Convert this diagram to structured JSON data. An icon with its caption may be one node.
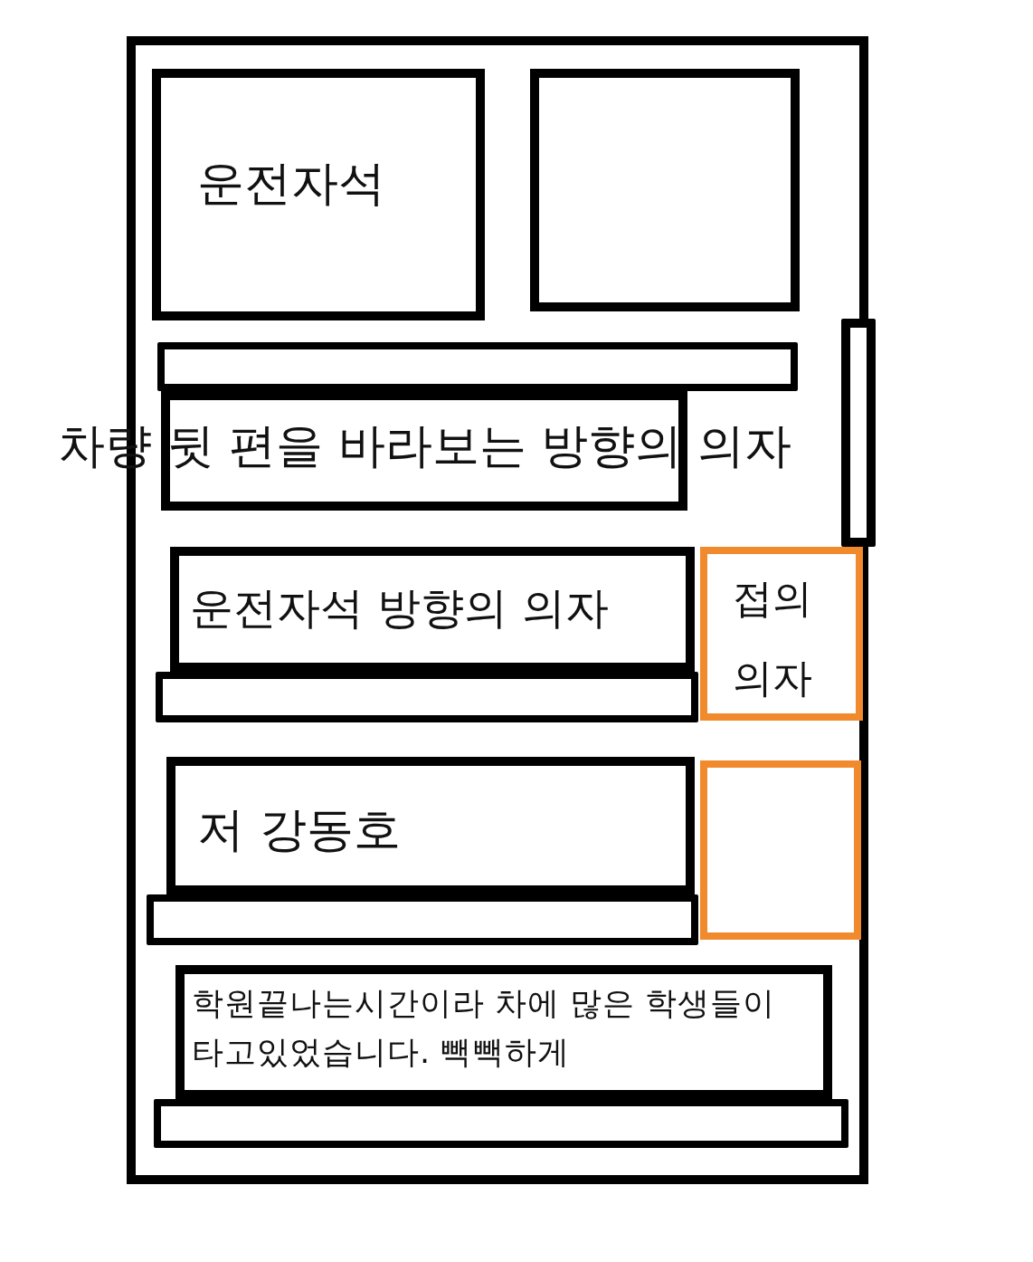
{
  "diagram": {
    "nodes": [
      {
        "text": [],
        "shape": "box"
      },
      {
        "text": [
          "운전자석"
        ],
        "in": 0
      },
      {
        "text": [],
        "shape": "box",
        "in": 0
      },
      {
        "text": [],
        "shape": "bar",
        "in": 0
      },
      {
        "text": [
          "차량 뒷 편을 바라보는 방향의 의자"
        ],
        "in": 0
      },
      {
        "text": [],
        "shape": "bar"
      },
      {
        "text": [
          "운전자석 방향의 의자"
        ],
        "in": 0
      },
      {
        "text": [
          "접의 의자"
        ],
        "in": 0
      },
      {
        "text": [],
        "shape": "bar",
        "in": 0
      },
      {
        "text": [
          "저 강동호"
        ],
        "in": 0
      },
      {
        "text": [],
        "shape": "box",
        "in": 0
      },
      {
        "text": [],
        "shape": "bar",
        "in": 0
      },
      {
        "text": [
          "학원끝나는시간이라 차에 많은 학생들이 타고있었습니다. 빽빽하게"
        ],
        "in": 0
      },
      {
        "text": [],
        "shape": "bar",
        "in": 0
      }
    ]
  }
}
